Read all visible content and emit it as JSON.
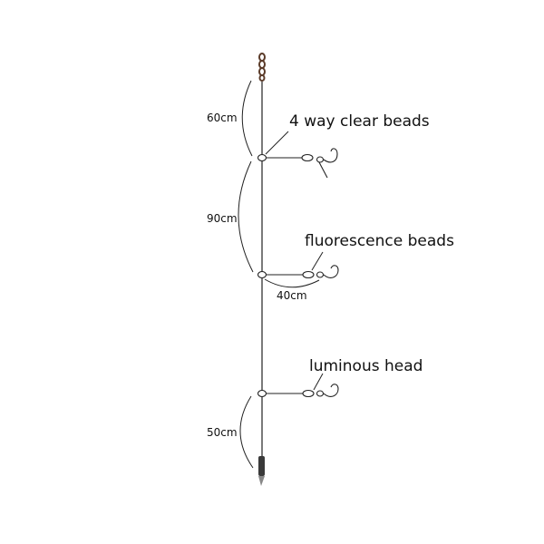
{
  "labels": {
    "clear_beads": "4 way clear beads",
    "fluorescence_beads": "fluorescence beads",
    "luminous_head": "luminous head"
  },
  "dimensions": {
    "top": "60cm",
    "middle": "90cm",
    "branch": "40cm",
    "bottom": "50cm"
  },
  "colors": {
    "line": "#222222",
    "swivel": "#5a3a28",
    "bead_fill": "#ffffff"
  }
}
